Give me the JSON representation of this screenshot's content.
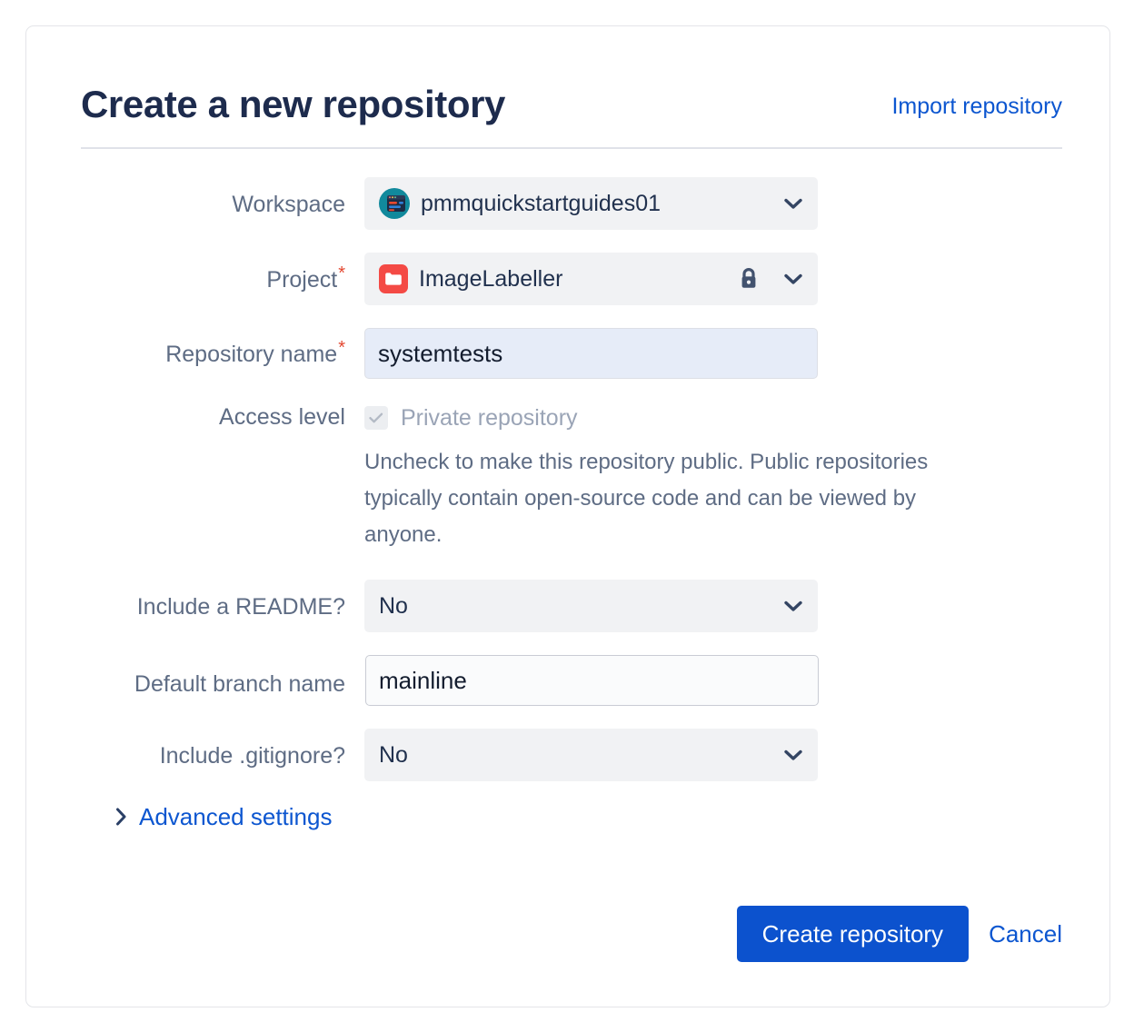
{
  "header": {
    "title": "Create a new repository",
    "import_link": "Import repository"
  },
  "form": {
    "workspace": {
      "label": "Workspace",
      "value": "pmmquickstartguides01",
      "avatar_icon": "workspace-avatar-icon",
      "chevron_icon": "chevron-down-icon"
    },
    "project": {
      "label": "Project",
      "required": "*",
      "value": "ImageLabeller",
      "avatar_icon": "project-folder-icon",
      "lock_icon": "lock-icon",
      "chevron_icon": "chevron-down-icon"
    },
    "repository_name": {
      "label": "Repository name",
      "required": "*",
      "value": "systemtests",
      "placeholder": ""
    },
    "access_level": {
      "label": "Access level",
      "checkbox_label": "Private repository",
      "checked": true,
      "check_icon": "check-icon",
      "help_text": "Uncheck to make this repository public. Public repositories typically contain open-source code and can be viewed by anyone."
    },
    "include_readme": {
      "label": "Include a README?",
      "value": "No",
      "chevron_icon": "chevron-down-icon"
    },
    "default_branch_name": {
      "label": "Default branch name",
      "value": "mainline",
      "placeholder": ""
    },
    "include_gitignore": {
      "label": "Include .gitignore?",
      "value": "No",
      "chevron_icon": "chevron-down-icon"
    },
    "advanced_settings": {
      "label": "Advanced settings",
      "chevron_icon": "chevron-right-icon"
    }
  },
  "actions": {
    "submit_label": "Create repository",
    "cancel_label": "Cancel"
  },
  "colors": {
    "primary_button": "#0c52ce",
    "link": "#0c56d0",
    "title": "#1d2b4d",
    "label": "#5e6c84",
    "required_asterisk": "#e3462f",
    "field_fill": "#f1f2f4",
    "selected_field_fill": "#e6ecf8",
    "project_avatar": "#f44a45",
    "workspace_avatar": "#11899c"
  }
}
